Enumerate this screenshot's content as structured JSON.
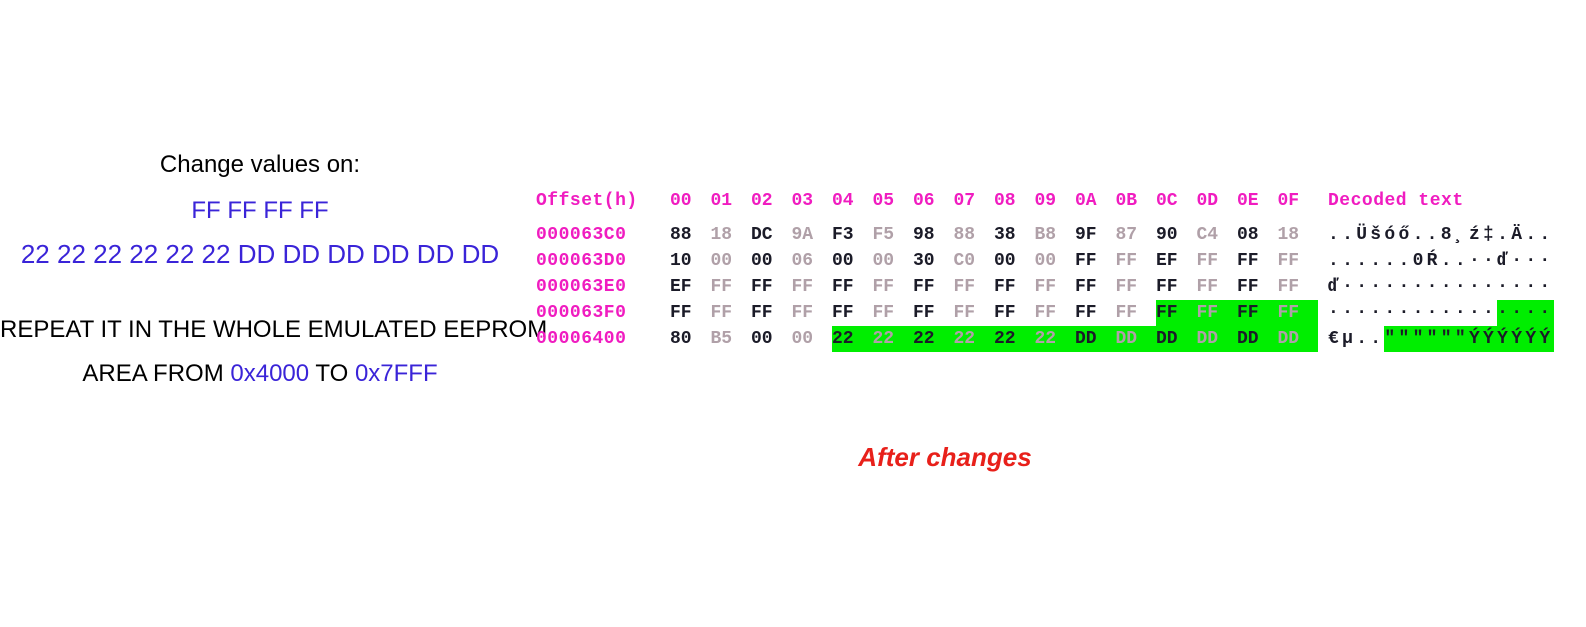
{
  "annotations": {
    "change_values_label": "Change values on:",
    "ff_values": "FF FF FF FF",
    "replacement_values": "22 22 22 22 22 22 DD DD DD DD DD DD",
    "repeat_line_1": "REPEAT IT IN THE WHOLE EMULATED EEPROM",
    "repeat_prefix": "AREA FROM ",
    "repeat_addr_start": "0x4000",
    "repeat_middle": " TO ",
    "repeat_addr_end": "0x7FFF",
    "after_changes_caption": "After changes",
    "colors": {
      "highlight_green": "#00ee00",
      "offset_pink": "#f01cc0",
      "accent_blue": "#3a24d8",
      "caption_red": "#e8201a"
    }
  },
  "hex_editor": {
    "headers": {
      "offset_label": "Offset(h)",
      "columns": [
        "00",
        "01",
        "02",
        "03",
        "04",
        "05",
        "06",
        "07",
        "08",
        "09",
        "0A",
        "0B",
        "0C",
        "0D",
        "0E",
        "0F"
      ],
      "decoded_label": "Decoded text"
    },
    "rows": [
      {
        "offset": "000063C0",
        "bytes": [
          "88",
          "18",
          "DC",
          "9A",
          "F3",
          "F5",
          "98",
          "88",
          "38",
          "B8",
          "9F",
          "87",
          "90",
          "C4",
          "08",
          "18"
        ],
        "decoded": "..Üšóő..8¸ź‡.Ä..",
        "highlight_from": -1
      },
      {
        "offset": "000063D0",
        "bytes": [
          "10",
          "00",
          "00",
          "06",
          "00",
          "00",
          "30",
          "C0",
          "00",
          "00",
          "FF",
          "FF",
          "EF",
          "FF",
          "FF",
          "FF"
        ],
        "decoded": "......0Ŕ..··ď···",
        "highlight_from": -1
      },
      {
        "offset": "000063E0",
        "bytes": [
          "EF",
          "FF",
          "FF",
          "FF",
          "FF",
          "FF",
          "FF",
          "FF",
          "FF",
          "FF",
          "FF",
          "FF",
          "FF",
          "FF",
          "FF",
          "FF"
        ],
        "decoded": "ď···············",
        "highlight_from": -1
      },
      {
        "offset": "000063F0",
        "bytes": [
          "FF",
          "FF",
          "FF",
          "FF",
          "FF",
          "FF",
          "FF",
          "FF",
          "FF",
          "FF",
          "FF",
          "FF",
          "FF",
          "FF",
          "FF",
          "FF"
        ],
        "decoded": "················",
        "highlight_from": 12
      },
      {
        "offset": "00006400",
        "bytes": [
          "80",
          "B5",
          "00",
          "00",
          "22",
          "22",
          "22",
          "22",
          "22",
          "22",
          "DD",
          "DD",
          "DD",
          "DD",
          "DD",
          "DD"
        ],
        "decoded": "€µ..\"\"\"\"\"\"ÝÝÝÝÝÝ",
        "highlight_from": 4
      }
    ]
  }
}
